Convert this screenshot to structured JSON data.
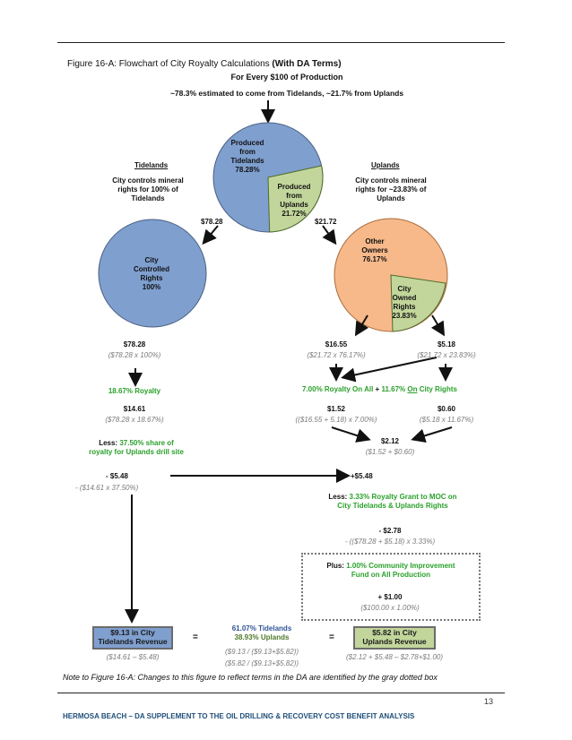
{
  "figure": {
    "caption_prefix": "Figure 16-A: Flowchart of City Royalty Calculations",
    "caption_bold": "(With DA Terms)",
    "top_title": "For Every $100 of Production",
    "top_subtitle": "~78.3% estimated to come from Tidelands, ~21.7% from Uplands",
    "pie_main": {
      "slice_large": [
        "Produced",
        "from",
        "Tidelands",
        "78.28%"
      ],
      "slice_small": [
        "Produced",
        "from",
        "Uplands",
        "21.72%"
      ],
      "values": [
        78.28,
        21.72
      ]
    },
    "tidelands": {
      "heading": "Tidelands",
      "desc": [
        "City controls mineral",
        "rights for 100% of",
        "Tidelands"
      ],
      "arrow_value": "$78.28",
      "pie_label": [
        "City",
        "Controlled",
        "Rights",
        "100%"
      ]
    },
    "uplands": {
      "heading": "Uplands",
      "desc": [
        "City controls mineral",
        "rights for ~23.83% of",
        "Uplands"
      ],
      "arrow_value": "$21.72",
      "pie_large": [
        "Other",
        "Owners",
        "76.17%"
      ],
      "pie_small": [
        "City",
        "Owned",
        "Rights",
        "23.83%"
      ],
      "values": [
        76.17,
        23.83
      ]
    },
    "left_col": {
      "v1": "$78.28",
      "v1_calc": "($78.28 x 100%)",
      "royalty": "18.67% Royalty",
      "v2": "$14.61",
      "v2_calc": "($78.28 x 18.67%)",
      "less_a": "Less:",
      "less_b": "37.50% share of",
      "less_c": "royalty for Uplands drill site",
      "v3": "- $5.48",
      "v3_calc": "- ($14.61 x 37.50%)"
    },
    "right_col": {
      "a": "$16.55",
      "a_calc": "($21.72 x 76.17%)",
      "b": "$5.18",
      "b_calc": "($21.72 x 23.83%)",
      "royalty_all": "7.00% Royalty On All",
      "plus": "+",
      "royalty_city_a": "11.67%",
      "royalty_city_on": "On",
      "royalty_city_b": "City Rights",
      "c": "$1.52",
      "c_calc": "(($16.55 + 5.18) x 7.00%)",
      "d": "$0.60",
      "d_calc": "($5.18 x 11.67%)",
      "e": "$2.12",
      "e_calc": "($1.52 + $0.60)",
      "f": "+$5.48",
      "less_a": "Less:",
      "less_b": "3.33% Royalty Grant to MOC on",
      "less_c": "City Tidelands & Uplands Rights",
      "g": "- $2.78",
      "g_calc": "- (($78.28 + $5.18) x 3.33%)",
      "plus_a": "Plus:",
      "plus_b": "1.00% Community Improvement",
      "plus_c": "Fund on All Production",
      "h": "+ $1.00",
      "h_calc": "($100.00 x 1.00%)"
    },
    "bottom": {
      "left_box": [
        "$9.13 in City",
        "Tidelands Revenue"
      ],
      "left_calc": "($14.61 – $5.48)",
      "eq": "=",
      "mid_a": "61.07% Tidelands",
      "mid_b": "38.93% Uplands",
      "mid_c": "($9.13 / ($9.13+$5.82))",
      "mid_d": "($5.82 / ($9.13+$5.82))",
      "right_box": [
        "$5.82 in City",
        "Uplands Revenue"
      ],
      "right_calc": "($2.12 + $5.48 – $2.78+$1.00)"
    },
    "note": "Note to Figure 16-A: Changes to this figure to reflect terms in the DA are identified by the gray dotted box"
  },
  "footer": {
    "page_number": "13",
    "running_title": "HERMOSA BEACH – DA SUPPLEMENT TO THE OIL DRILLING & RECOVERY COST BENEFIT ANALYSIS"
  },
  "colors": {
    "blue": "#7f9fcf",
    "green": "#c2d69b",
    "orange": "#f7b98a",
    "accent_green": "#2aa02a",
    "footer_blue": "#1f4e79"
  }
}
